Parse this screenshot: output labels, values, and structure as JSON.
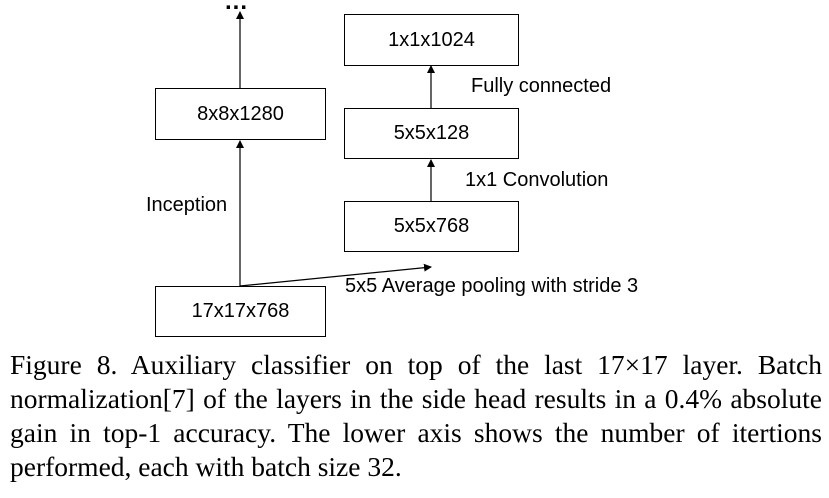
{
  "diagram": {
    "nodes": {
      "top_ellipsis": "...",
      "output": "1x1x1024",
      "main_8x8": "8x8x1280",
      "fc_input": "5x5x128",
      "conv_input": "5x5x768",
      "input": "17x17x768"
    },
    "edges": {
      "fully_connected": "Fully connected",
      "conv1x1": "1x1 Convolution",
      "inception": "Inception",
      "avg_pool": "5x5 Average pooling with stride 3"
    }
  },
  "caption": "Figure 8. Auxiliary classifier on top of the last 17×17 layer. Batch normalization[7] of the layers in the side head results in a 0.4% absolute gain in top-1 accuracy. The lower axis shows the number of itertions performed, each with batch size 32."
}
